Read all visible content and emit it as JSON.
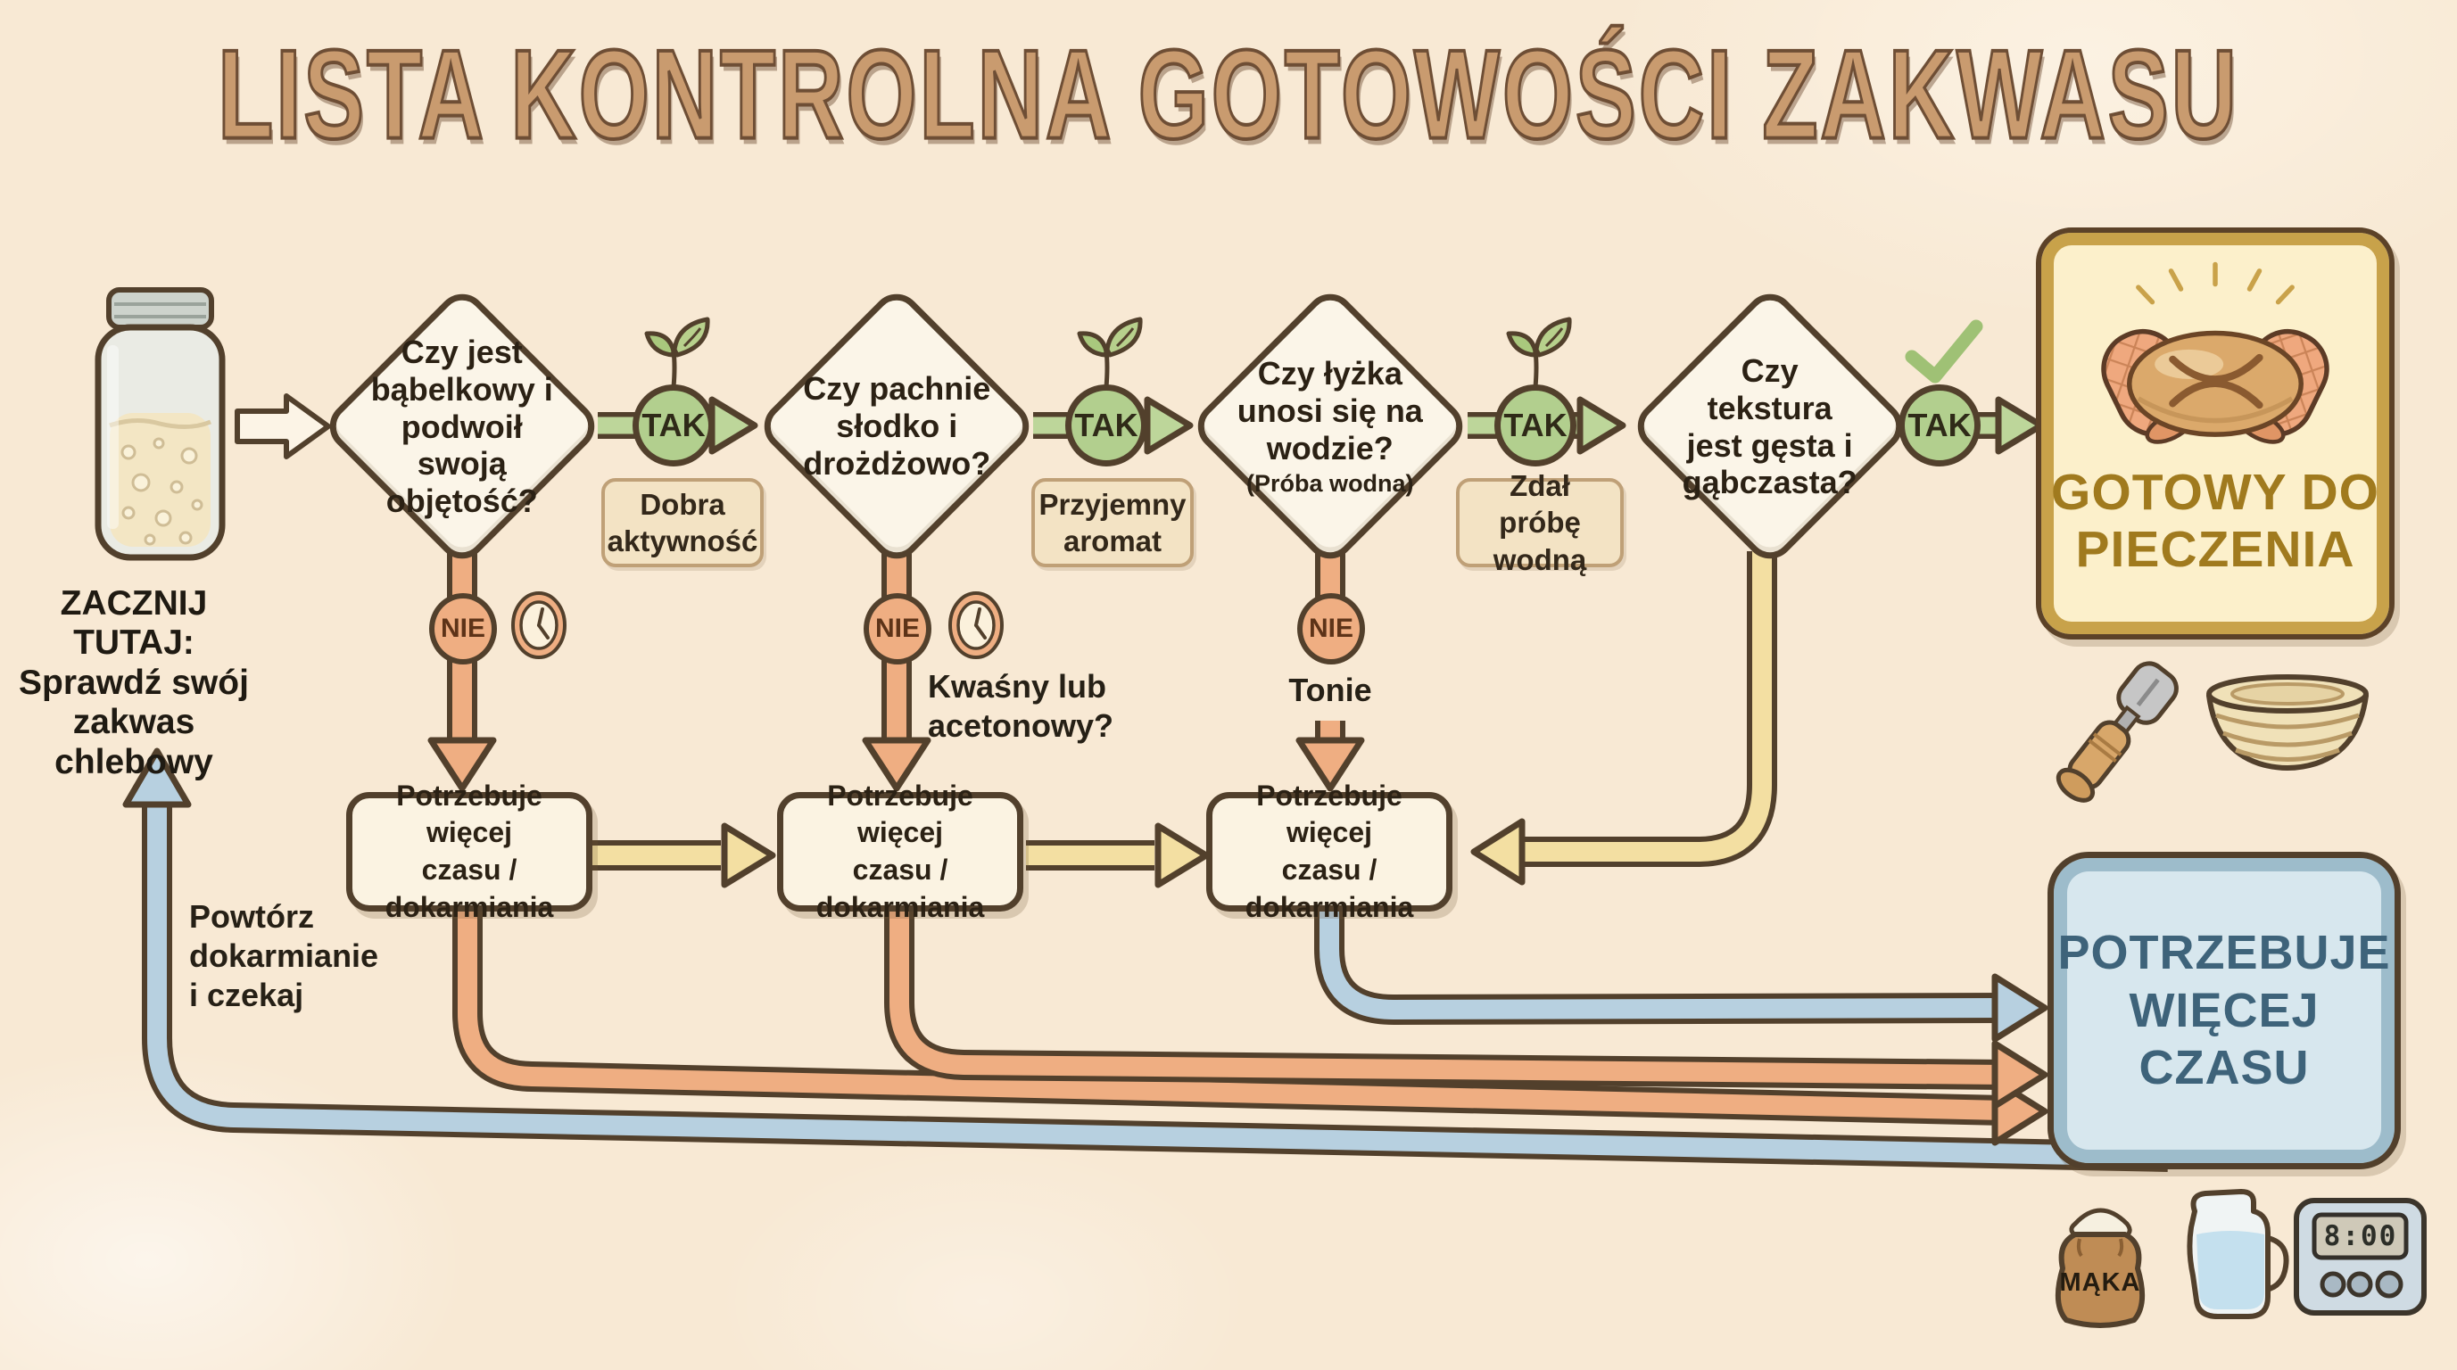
{
  "title": "LISTA KONTROLNA GOTOWOŚCI ZAKWASU",
  "start": {
    "label": "ZACZNIJ TUTAJ:\nSprawdź swój\nzakwas\nchlebowy",
    "icon": "starter-jar-icon"
  },
  "loop_back_label": "Powtórz\ndokarmianie\ni czekaj",
  "steps": [
    {
      "question": "Czy jest bąbelkowy i podwoił swoją objętość?",
      "yes_label": "TAK",
      "no_label": "NIE",
      "yes_note": "Dobra aktywność",
      "yes_icon": "sprout-icon",
      "no_icon": "clock-icon"
    },
    {
      "question": "Czy pachnie słodko i drożdżowo?",
      "yes_label": "TAK",
      "no_label": "NIE",
      "yes_note": "Przyjemny aromat",
      "no_note": "Kwaśny lub\nacetonowy?",
      "yes_icon": "sprout-icon",
      "no_icon": "clock-icon"
    },
    {
      "question": "Czy łyżka unosi się na wodzie?",
      "question_note": "(Próba wodna)",
      "yes_label": "TAK",
      "no_label": "NIE",
      "yes_note": "Zdał próbę wodną",
      "no_note": "Tonie",
      "yes_icon": "sprout-icon"
    },
    {
      "question": "Czy tekstura jest gęsta i gąbczasta?",
      "yes_label": "TAK",
      "yes_icon": "checkmark-icon"
    }
  ],
  "retry_box_label": "Potrzebuje więcej\nczasu / dokarmiania",
  "ready_box": {
    "label": "GOTOWY DO\nPIECZENIA",
    "icon": "bread-oven-mitts-icon"
  },
  "more_time_box": {
    "label": "POTRZEBUJE\nWIĘCEJ\nCZASU"
  },
  "side_icons": [
    "scoring-lame-icon",
    "proofing-basket-icon"
  ],
  "bottom_icons": {
    "flour_bag_label": "MĄKA",
    "timer_display": "8:00",
    "names": [
      "flour-bag-icon",
      "water-pitcher-icon",
      "kitchen-timer-icon"
    ]
  },
  "colors": {
    "background": "#f8e9d4",
    "outline": "#52402c",
    "yes_green": "#b2cf8e",
    "no_orange": "#efae82",
    "wait_yellow": "#f3dfa2",
    "loop_blue": "#b7d0e0",
    "ready_gold": "#c8a24a",
    "ready_text": "#a07a1e",
    "more_time_text": "#3e637a",
    "title_tan": "#c99b6f"
  }
}
